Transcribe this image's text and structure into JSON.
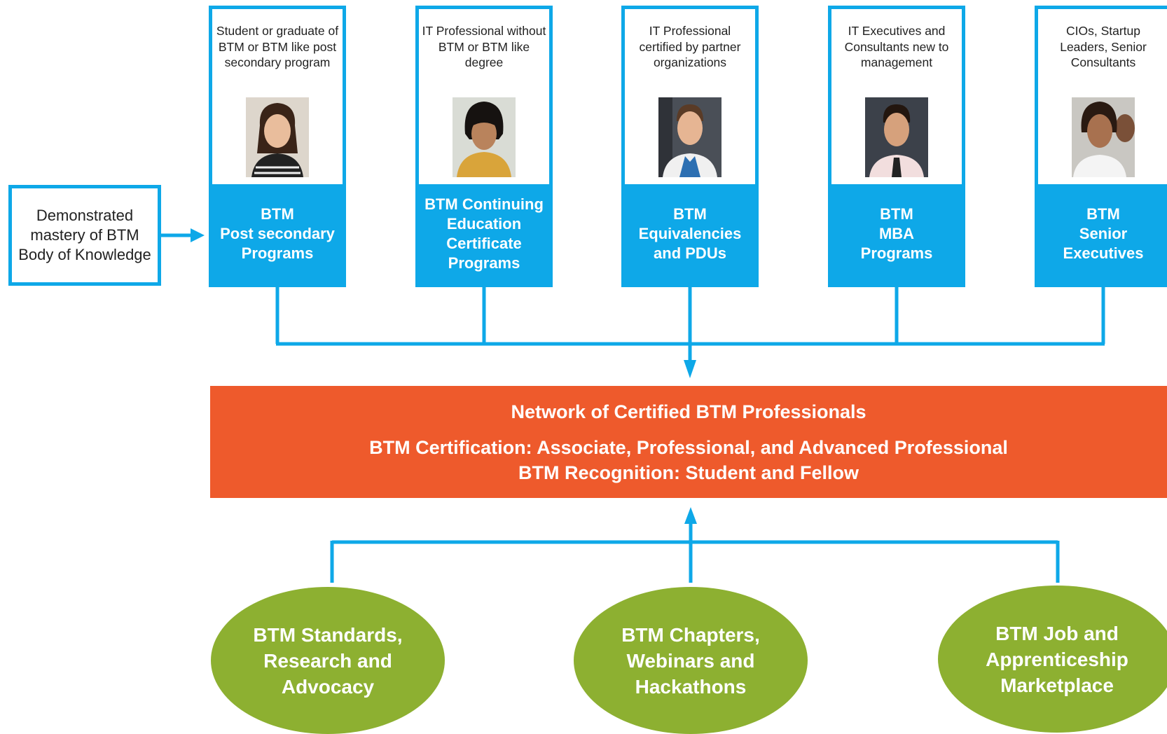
{
  "input": {
    "label": "Demonstrated mastery of BTM Body of Knowledge"
  },
  "programs": [
    {
      "audience": "Student or graduate of BTM or BTM like post secondary program",
      "label": "BTM\nPost secondary\nPrograms"
    },
    {
      "audience": "IT Professional without BTM or BTM like degree",
      "label": "BTM Continuing\nEducation\nCertificate\nPrograms"
    },
    {
      "audience": "IT Professional certified by partner organizations",
      "label": "BTM\nEquivalencies\nand PDUs"
    },
    {
      "audience": "IT Executives and Consultants new to management",
      "label": "BTM\nMBA\nPrograms"
    },
    {
      "audience": "CIOs, Startup Leaders, Senior Consultants",
      "label": "BTM\nSenior\nExecutives"
    }
  ],
  "network": {
    "title": "Network of Certified BTM Professionals",
    "certification": "BTM Certification: Associate, Professional, and Advanced Professional",
    "recognition": "BTM Recognition: Student and Fellow"
  },
  "supports": [
    {
      "label": "BTM Standards,\nResearch and\nAdvocacy"
    },
    {
      "label": "BTM Chapters,\nWebinars and\nHackathons"
    },
    {
      "label": "BTM Job and\nApprenticeship\nMarketplace"
    }
  ],
  "colors": {
    "blue": "#0ea8e8",
    "orange": "#ee5a2c",
    "green": "#8db031"
  }
}
